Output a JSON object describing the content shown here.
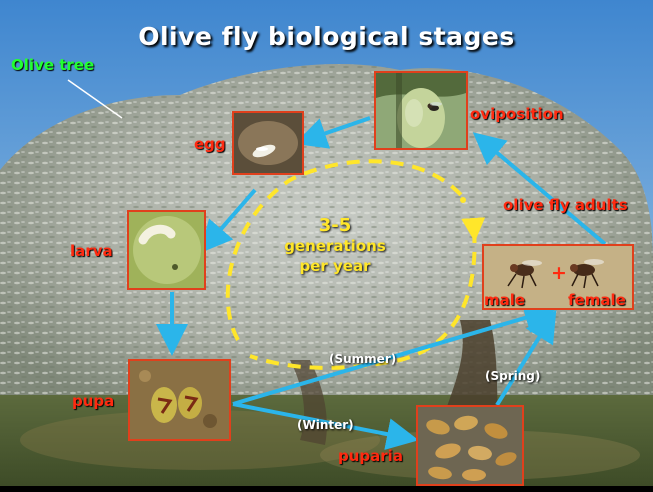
{
  "title": "Olive fly biological stages",
  "cycle_text": {
    "line1": "3-5",
    "line2": "generations",
    "line3": "per year"
  },
  "labels": {
    "olive_tree": "Olive tree",
    "oviposition": "oviposition",
    "egg": "egg",
    "larva": "larva",
    "pupa": "pupa",
    "puparia": "puparia",
    "adults": "olive fly adults",
    "male": "male",
    "female": "female",
    "plus": "+",
    "summer": "(Summer)",
    "winter": "(Winter)",
    "spring": "(Spring)"
  },
  "colors": {
    "title": "#ffffff",
    "stage_label": "#ff2a10",
    "tree_label": "#22ff33",
    "arrow": "#2bb5ea",
    "cycle": "#ffe62a",
    "photo_border": "#e0401c"
  }
}
